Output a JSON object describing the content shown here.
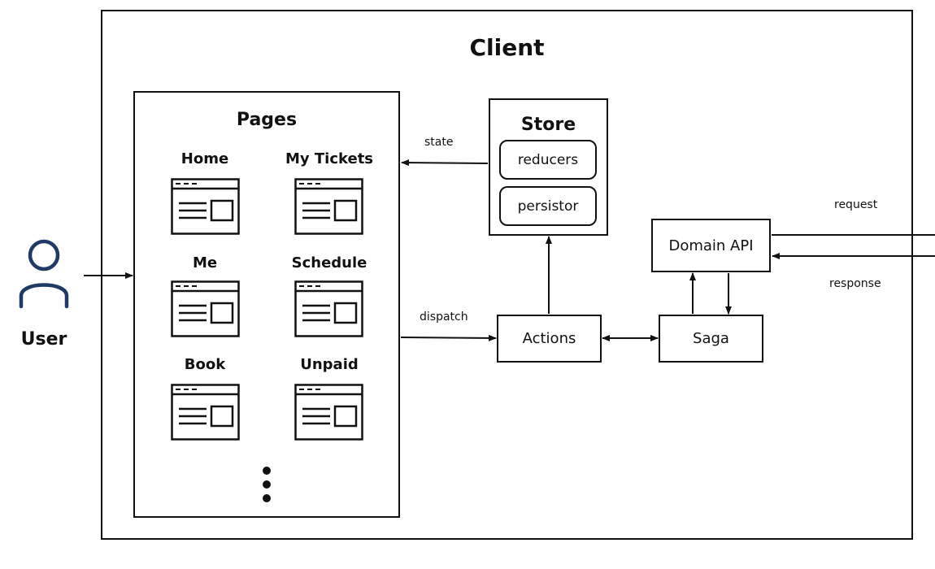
{
  "client": {
    "title": "Client"
  },
  "user": {
    "label": "User"
  },
  "pages": {
    "title": "Pages",
    "items": [
      {
        "label": "Home"
      },
      {
        "label": "My Tickets"
      },
      {
        "label": "Me"
      },
      {
        "label": "Schedule"
      },
      {
        "label": "Book"
      },
      {
        "label": "Unpaid"
      }
    ]
  },
  "store": {
    "title": "Store",
    "items": [
      {
        "label": "reducers"
      },
      {
        "label": "persistor"
      }
    ]
  },
  "nodes": {
    "actions": "Actions",
    "saga": "Saga",
    "domain_api": "Domain API"
  },
  "edges": {
    "state": "state",
    "dispatch": "dispatch",
    "request": "request",
    "response": "response"
  }
}
